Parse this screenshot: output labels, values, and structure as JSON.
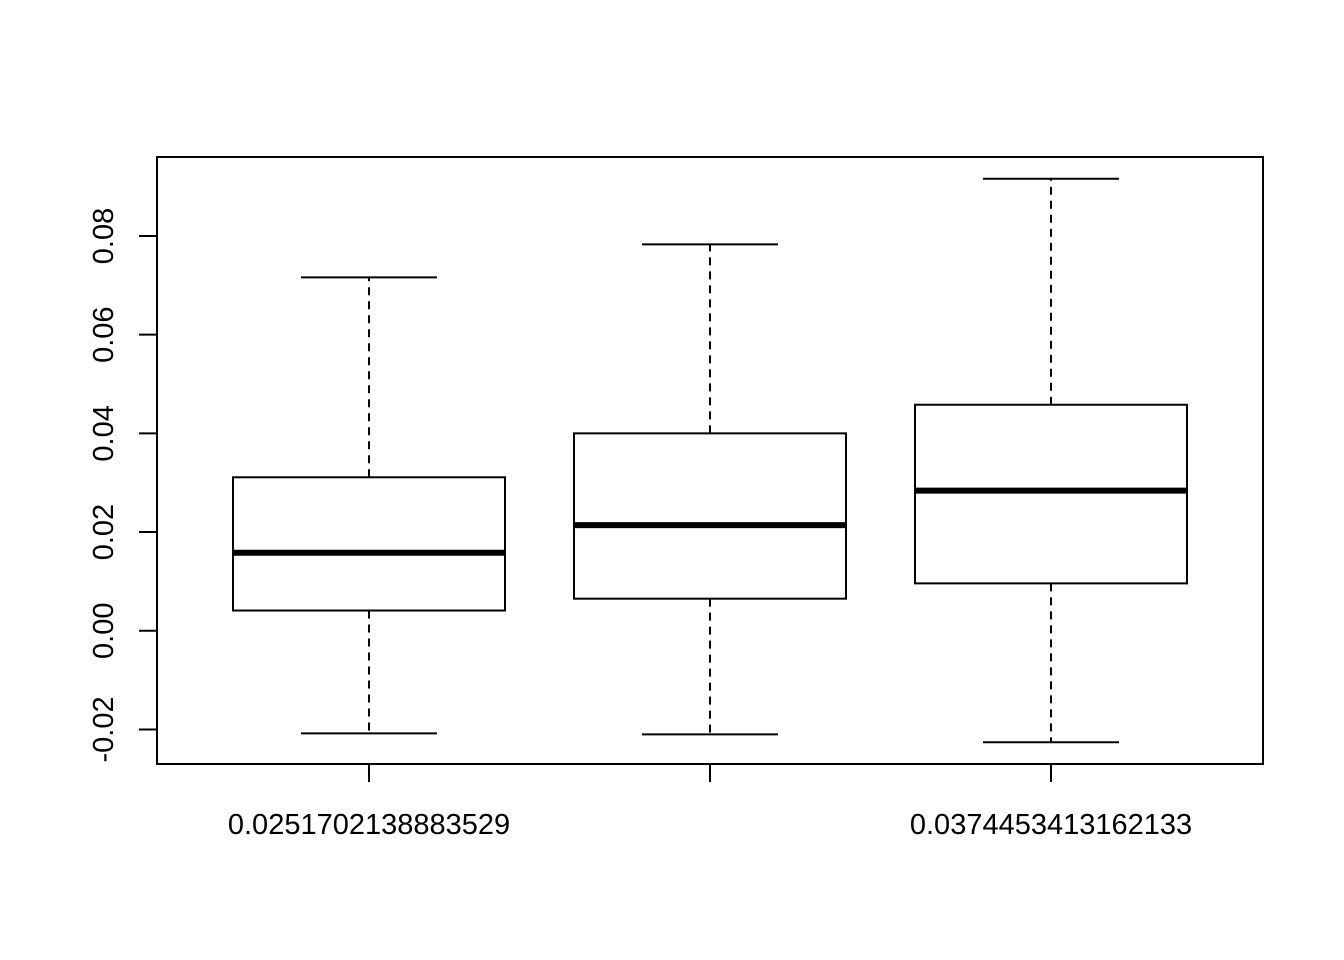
{
  "chart_data": {
    "type": "boxplot",
    "title": "",
    "xlabel": "",
    "ylabel": "",
    "ylim": [
      -0.027,
      0.096
    ],
    "y_ticks": [
      -0.02,
      0.0,
      0.02,
      0.04,
      0.06,
      0.08
    ],
    "y_tick_labels": [
      "-0.02",
      "0.00",
      "0.02",
      "0.04",
      "0.06",
      "0.08"
    ],
    "categories": [
      "0.0251702138883529",
      "",
      "0.0374453413162133"
    ],
    "boxes": [
      {
        "whisker_low": -0.0208,
        "q1": 0.0041,
        "median": 0.0158,
        "q3": 0.0311,
        "whisker_high": 0.0716
      },
      {
        "whisker_low": -0.021,
        "q1": 0.0065,
        "median": 0.0214,
        "q3": 0.04,
        "whisker_high": 0.0783
      },
      {
        "whisker_low": -0.0226,
        "q1": 0.0096,
        "median": 0.0284,
        "q3": 0.0458,
        "whisker_high": 0.0916
      }
    ],
    "grid": false,
    "colors": {
      "stroke": "#000000",
      "fill": "#ffffff"
    }
  }
}
